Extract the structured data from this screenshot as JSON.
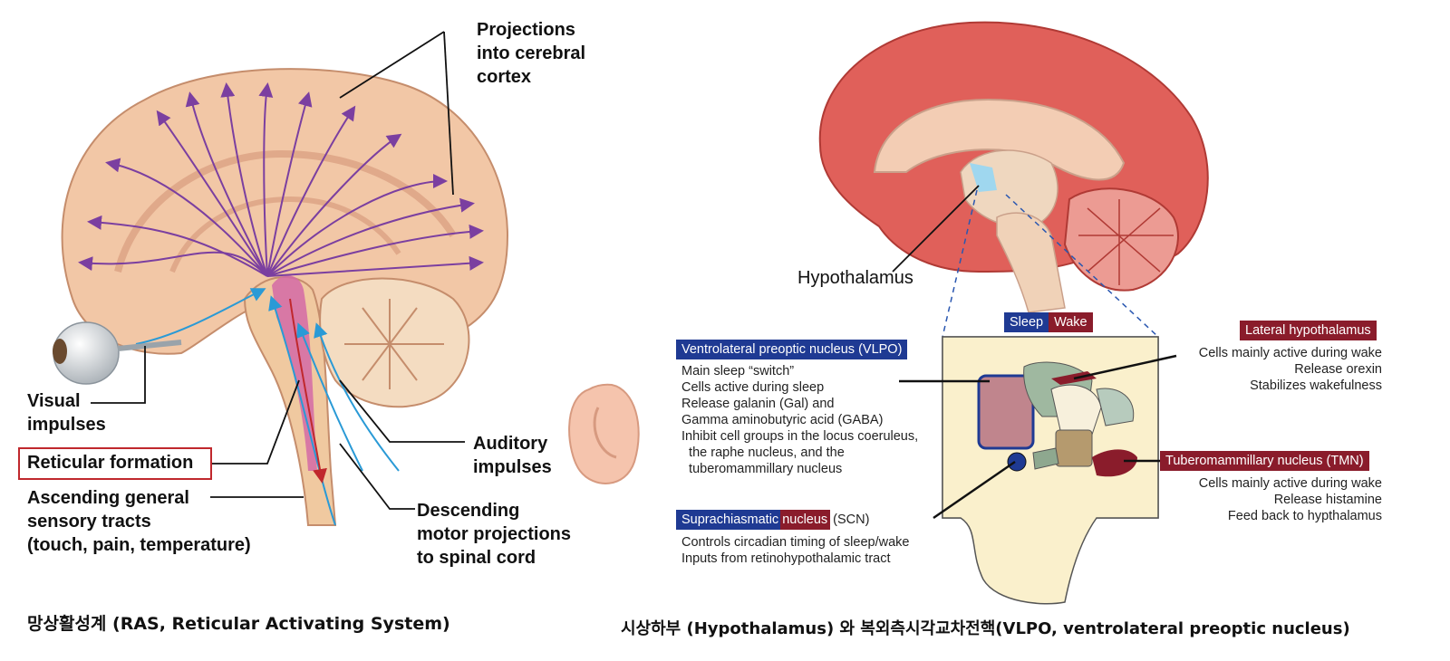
{
  "left_panel": {
    "labels": {
      "projections": [
        "Projections",
        "into cerebral",
        "cortex"
      ],
      "visual": [
        "Visual",
        "impulses"
      ],
      "reticular": "Reticular formation",
      "ascending": [
        "Ascending general",
        "sensory tracts",
        "(touch, pain, temperature)"
      ],
      "auditory": [
        "Auditory",
        "impulses"
      ],
      "descending": [
        "Descending",
        "motor projections",
        "to spinal cord"
      ]
    },
    "caption": "망상활성계 (RAS, Reticular Activating System)"
  },
  "right_panel": {
    "hypothalamus_label": "Hypothalamus",
    "legend": {
      "sleep": "Sleep",
      "wake": "Wake"
    },
    "vlpo": {
      "title": "Ventrolateral preoptic nucleus (VLPO)",
      "lines": [
        "Main sleep “switch”",
        "Cells active during sleep",
        "Release galanin (Gal) and",
        "Gamma aminobutyric acid (GABA)",
        "Inhibit cell groups in the locus coeruleus,",
        "  the raphe nucleus, and the",
        "  tuberomammillary nucleus"
      ]
    },
    "scn": {
      "title_a": "Suprachiasmatic",
      "title_b": "nucleus",
      "title_c": "(SCN)",
      "lines": [
        "Controls circadian timing of sleep/wake",
        "Inputs from retinohypothalamic tract"
      ]
    },
    "lateral": {
      "title": "Lateral hypothalamus",
      "lines": [
        "Cells mainly active during wake",
        "Release orexin",
        "Stabilizes wakefulness"
      ]
    },
    "tmn": {
      "title": "Tuberomammillary nucleus (TMN)",
      "lines": [
        "Cells mainly active during wake",
        "Release histamine",
        "Feed back to hypthalamus"
      ]
    },
    "caption": "시상하부 (Hypothalamus) 와 복외측시각교차전핵(VLPO, ventrolateral preoptic nucleus)"
  },
  "colors": {
    "sleep_blue": "#1f3a93",
    "wake_red": "#8a1c2b",
    "highlight_red": "#c0282d",
    "arrow_purple": "#7b3fa0",
    "arrow_blue": "#2a9ad6",
    "brain_left": "#f2c7a6",
    "brain_right": "#e0605a"
  }
}
